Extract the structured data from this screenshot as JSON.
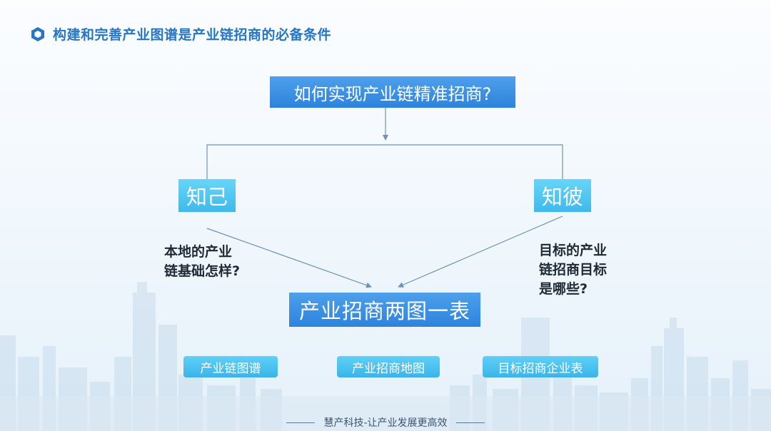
{
  "header": {
    "title": "构建和完善产业图谱是产业链招商的必备条件",
    "icon": "hexagon-icon"
  },
  "diagram": {
    "question": "如何实现产业链精准招商?",
    "left_node": "知己",
    "right_node": "知彼",
    "left_note": [
      "本地的产业",
      "链基础怎样?"
    ],
    "right_note": [
      "目标的产业",
      "链招商目标",
      "是哪些?"
    ],
    "center_node": "产业招商两图一表",
    "tags": [
      "产业链图谱",
      "产业招商地图",
      "目标招商企业表"
    ]
  },
  "footer": {
    "text": "慧产科技-让产业发展更高效"
  },
  "colors": {
    "accent": "#2576c6",
    "box_dark": "#2d83dc",
    "box_light": "#3fb9ec",
    "connector": "#6d93b8",
    "skyline": "#c9dced"
  }
}
